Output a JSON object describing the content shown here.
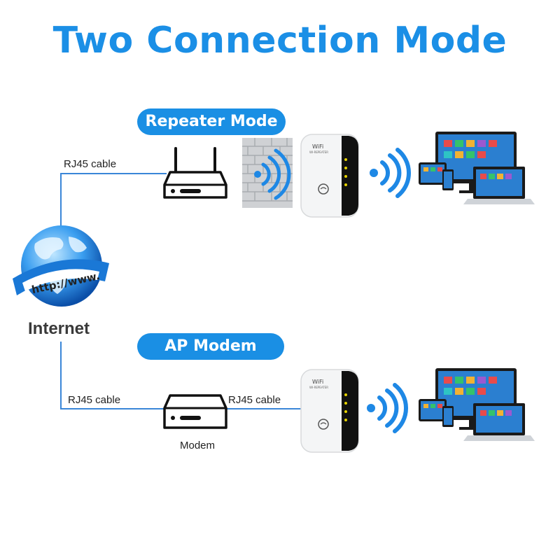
{
  "title": "Two Connection Mode",
  "modes": {
    "repeater": "Repeater Mode",
    "ap": "AP Modem"
  },
  "labels": {
    "rj45_top": "RJ45 cable",
    "rj45_bottom_left": "RJ45 cable",
    "rj45_bottom_right": "RJ45 cable",
    "modem": "Modem",
    "internet": "Internet",
    "globe_text": "http://www.",
    "extender_brand": "WiFi",
    "extender_sub": "WI-REPEATER"
  },
  "colors": {
    "accent": "#1b8fe6",
    "line": "#3a86d8",
    "wave": "#1e88e5"
  }
}
